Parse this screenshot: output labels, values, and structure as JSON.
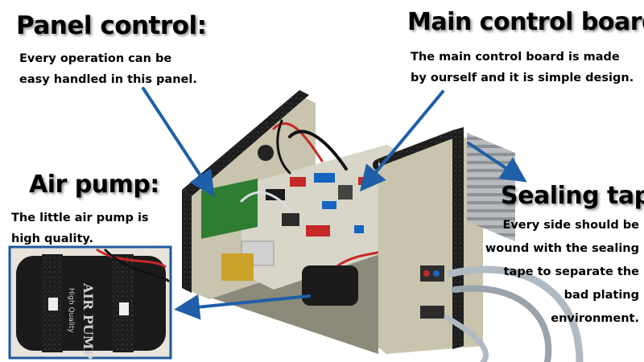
{
  "labels": {
    "panel_control": {
      "title": "Panel control:",
      "lines": [
        "Every operation can be",
        "easy handled in this panel."
      ]
    },
    "main_control_board": {
      "title": "Main control board:",
      "lines": [
        "The main control board is made",
        "by ourself and it is simple design."
      ]
    },
    "air_pump": {
      "title": "Air pump:",
      "lines": [
        "The little air pump is",
        "high quality."
      ]
    },
    "sealing_tape": {
      "title": "Sealing tape:",
      "lines": [
        "Every side should be",
        "wound with the sealing",
        "tape to separate the",
        "bad plating",
        "environment."
      ]
    }
  },
  "pump_label": {
    "brand": "AIR PUMP",
    "sub": "High Quality"
  },
  "colors": {
    "arrow": "#1f5fa8",
    "inset_border": "#1e5a9e",
    "housing": "#3a3a3a",
    "pcb": "#2e7d32"
  }
}
